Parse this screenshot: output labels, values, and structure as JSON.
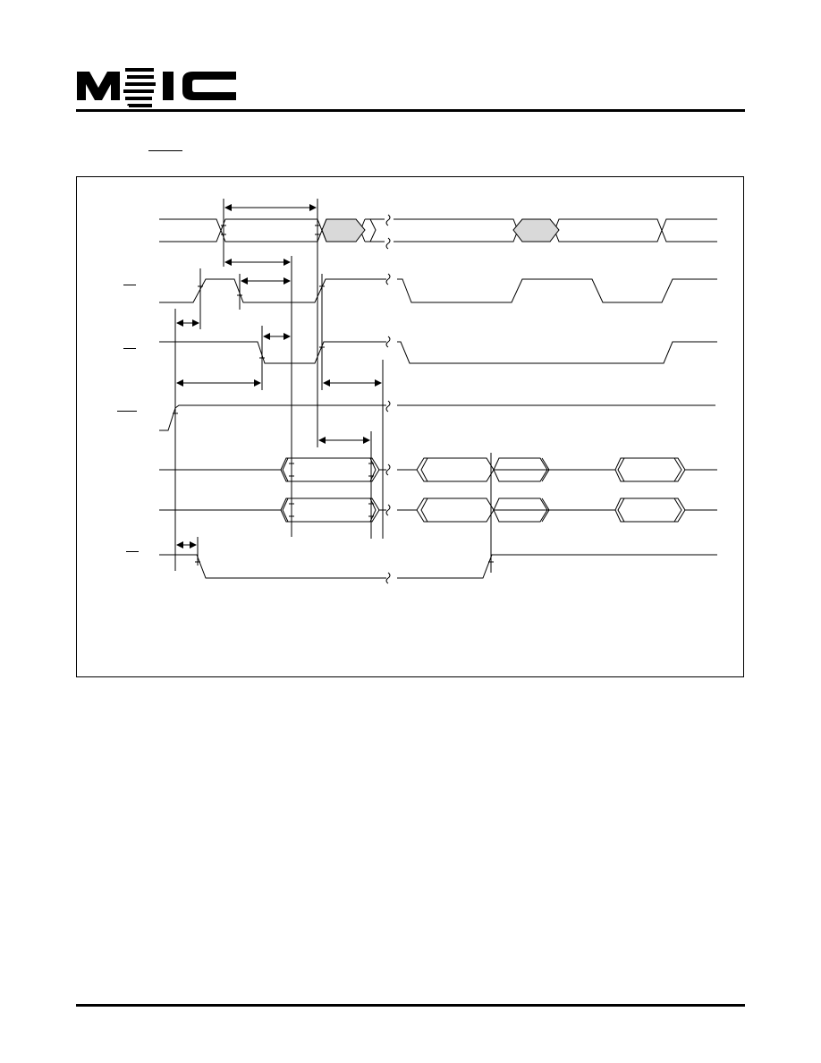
{
  "header": {
    "logo_text": "MXIC",
    "logo_color": "#000000"
  },
  "diagram": {
    "kind": "timing-waveform",
    "signal_count": 7,
    "shade_color": "#d9d9d9",
    "line_color": "#000000"
  }
}
